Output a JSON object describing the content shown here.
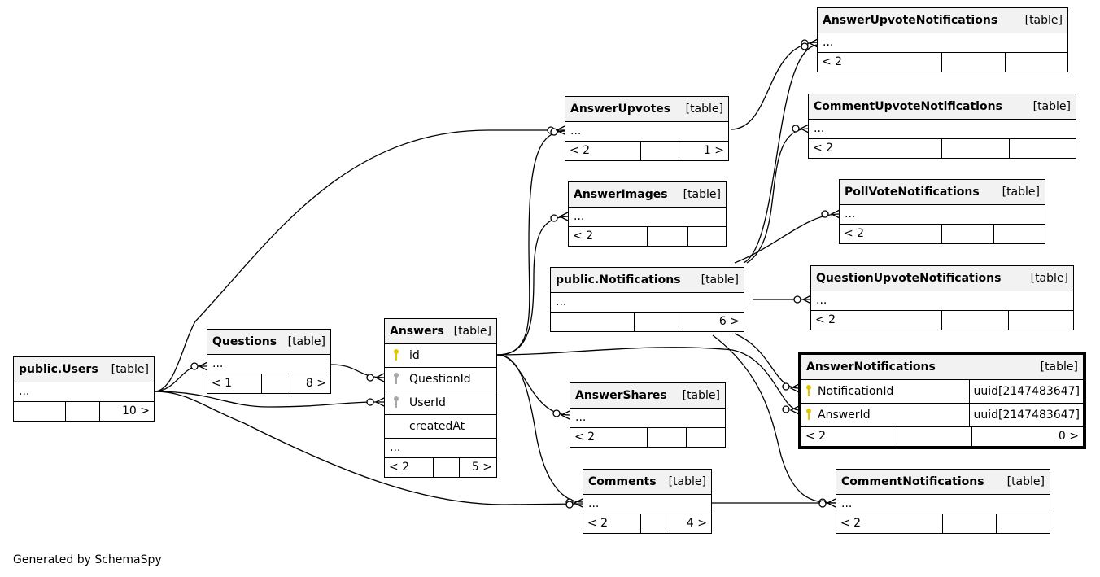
{
  "tables": {
    "users": {
      "name": "public.Users",
      "kind": "[table]",
      "ellipsis": "...",
      "left": "",
      "right": "10 >"
    },
    "questions": {
      "name": "Questions",
      "kind": "[table]",
      "ellipsis": "...",
      "left": "< 1",
      "right": "8 >"
    },
    "answers": {
      "name": "Answers",
      "kind": "[table]",
      "columns": [
        {
          "name": "id",
          "key": "pk"
        },
        {
          "name": "QuestionId",
          "key": "fk"
        },
        {
          "name": "UserId",
          "key": "fk"
        },
        {
          "name": "createdAt",
          "key": ""
        }
      ],
      "ellipsis": "...",
      "left": "< 2",
      "right": "5 >"
    },
    "answer_upvotes": {
      "name": "AnswerUpvotes",
      "kind": "[table]",
      "ellipsis": "...",
      "left": "< 2",
      "right": "1 >"
    },
    "answer_images": {
      "name": "AnswerImages",
      "kind": "[table]",
      "ellipsis": "...",
      "left": "< 2",
      "right": ""
    },
    "notifications": {
      "name": "public.Notifications",
      "kind": "[table]",
      "ellipsis": "...",
      "left": "",
      "right": "6 >"
    },
    "answer_shares": {
      "name": "AnswerShares",
      "kind": "[table]",
      "ellipsis": "...",
      "left": "< 2",
      "right": ""
    },
    "comments": {
      "name": "Comments",
      "kind": "[table]",
      "ellipsis": "...",
      "left": "< 2",
      "right": "4 >"
    },
    "answer_upvote_notifications": {
      "name": "AnswerUpvoteNotifications",
      "kind": "[table]",
      "ellipsis": "...",
      "left": "< 2",
      "right": ""
    },
    "comment_upvote_notifications": {
      "name": "CommentUpvoteNotifications",
      "kind": "[table]",
      "ellipsis": "...",
      "left": "< 2",
      "right": ""
    },
    "poll_vote_notifications": {
      "name": "PollVoteNotifications",
      "kind": "[table]",
      "ellipsis": "...",
      "left": "< 2",
      "right": ""
    },
    "question_upvote_notifications": {
      "name": "QuestionUpvoteNotifications",
      "kind": "[table]",
      "ellipsis": "...",
      "left": "< 2",
      "right": ""
    },
    "answer_notifications": {
      "name": "AnswerNotifications",
      "kind": "[table]",
      "columns": [
        {
          "name": "NotificationId",
          "type": "uuid[2147483647]",
          "key": "pk"
        },
        {
          "name": "AnswerId",
          "type": "uuid[2147483647]",
          "key": "pk"
        }
      ],
      "left": "< 2",
      "right": "0 >"
    },
    "comment_notifications": {
      "name": "CommentNotifications",
      "kind": "[table]",
      "ellipsis": "...",
      "left": "< 2",
      "right": ""
    }
  },
  "relationships": [
    {
      "from": "public.Users",
      "to": "Questions"
    },
    {
      "from": "public.Users",
      "to": "Answers"
    },
    {
      "from": "public.Users",
      "to": "AnswerUpvotes"
    },
    {
      "from": "public.Users",
      "to": "Comments"
    },
    {
      "from": "Questions",
      "to": "Answers"
    },
    {
      "from": "Answers",
      "to": "AnswerUpvotes"
    },
    {
      "from": "Answers",
      "to": "AnswerImages"
    },
    {
      "from": "Answers",
      "to": "AnswerShares"
    },
    {
      "from": "Answers",
      "to": "Comments"
    },
    {
      "from": "Answers",
      "to": "AnswerNotifications"
    },
    {
      "from": "AnswerUpvotes",
      "to": "AnswerUpvoteNotifications"
    },
    {
      "from": "public.Notifications",
      "to": "AnswerUpvoteNotifications"
    },
    {
      "from": "public.Notifications",
      "to": "CommentUpvoteNotifications"
    },
    {
      "from": "public.Notifications",
      "to": "PollVoteNotifications"
    },
    {
      "from": "public.Notifications",
      "to": "QuestionUpvoteNotifications"
    },
    {
      "from": "public.Notifications",
      "to": "AnswerNotifications"
    },
    {
      "from": "public.Notifications",
      "to": "CommentNotifications"
    },
    {
      "from": "Comments",
      "to": "CommentNotifications"
    }
  ],
  "credit": "Generated by SchemaSpy"
}
